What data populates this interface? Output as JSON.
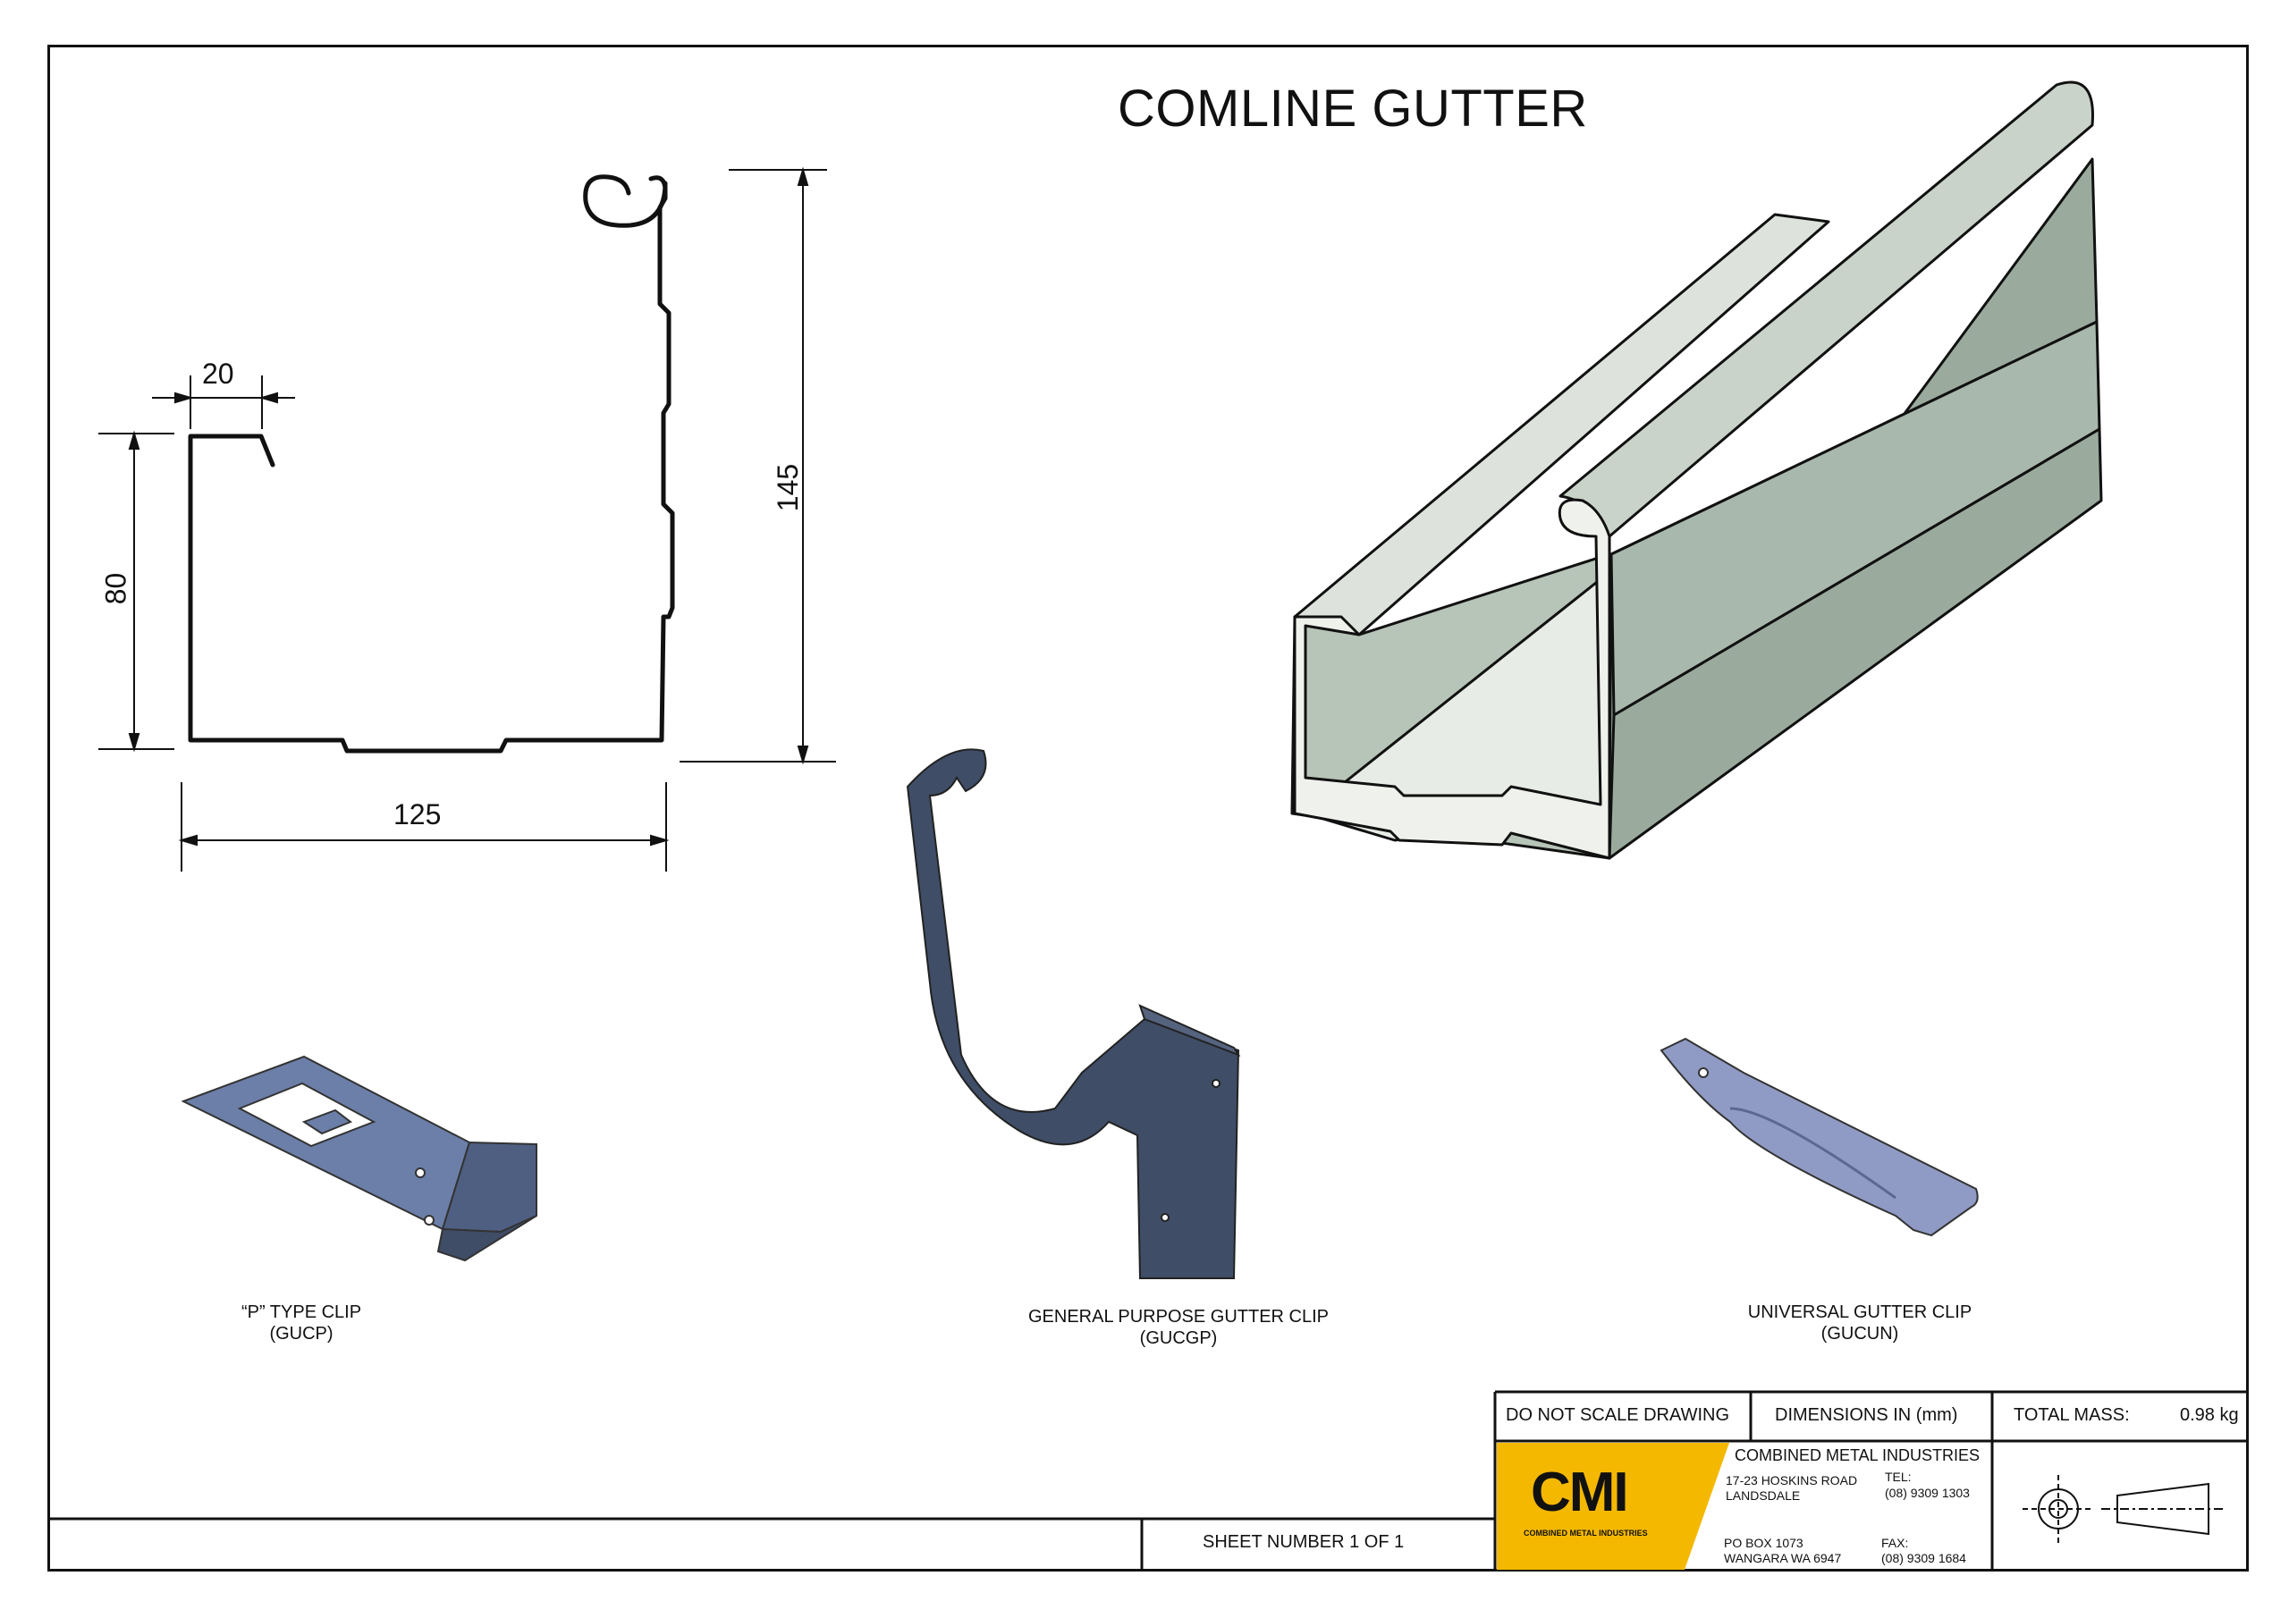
{
  "title": "COMLINE GUTTER",
  "dimensions": {
    "top_width": "20",
    "back_height": "80",
    "overall_height": "145",
    "overall_width": "125"
  },
  "parts": [
    {
      "name": "“P” TYPE CLIP",
      "code": "(GUCP)",
      "color": "#6b7fa8"
    },
    {
      "name": "GENERAL PURPOSE GUTTER CLIP",
      "code": "(GUCGP)",
      "color": "#3f4d66"
    },
    {
      "name": "UNIVERSAL GUTTER CLIP",
      "code": "(GUCUN)",
      "color": "#8f9bc4"
    }
  ],
  "gutter_color": "#9aab9e",
  "title_block": {
    "do_not_scale": "DO NOT SCALE DRAWING",
    "dimensions_unit": "DIMENSIONS IN (mm)",
    "total_mass_label": "TOTAL MASS:",
    "total_mass_value": "0.98 kg",
    "sheet_number": "SHEET NUMBER 1 OF 1",
    "company": "COMBINED METAL INDUSTRIES",
    "address_line1": "17-23 HOSKINS ROAD",
    "address_line2": "LANDSDALE",
    "tel_label": "TEL:",
    "tel": "(08) 9309 1303",
    "po_line1": "PO BOX 1073",
    "po_line2": "WANGARA WA 6947",
    "fax_label": "FAX:",
    "fax": "(08) 9309 1684",
    "logo_text": "CMI",
    "logo_sub": "COMBINED METAL INDUSTRIES",
    "logo_color": "#f5b800"
  }
}
